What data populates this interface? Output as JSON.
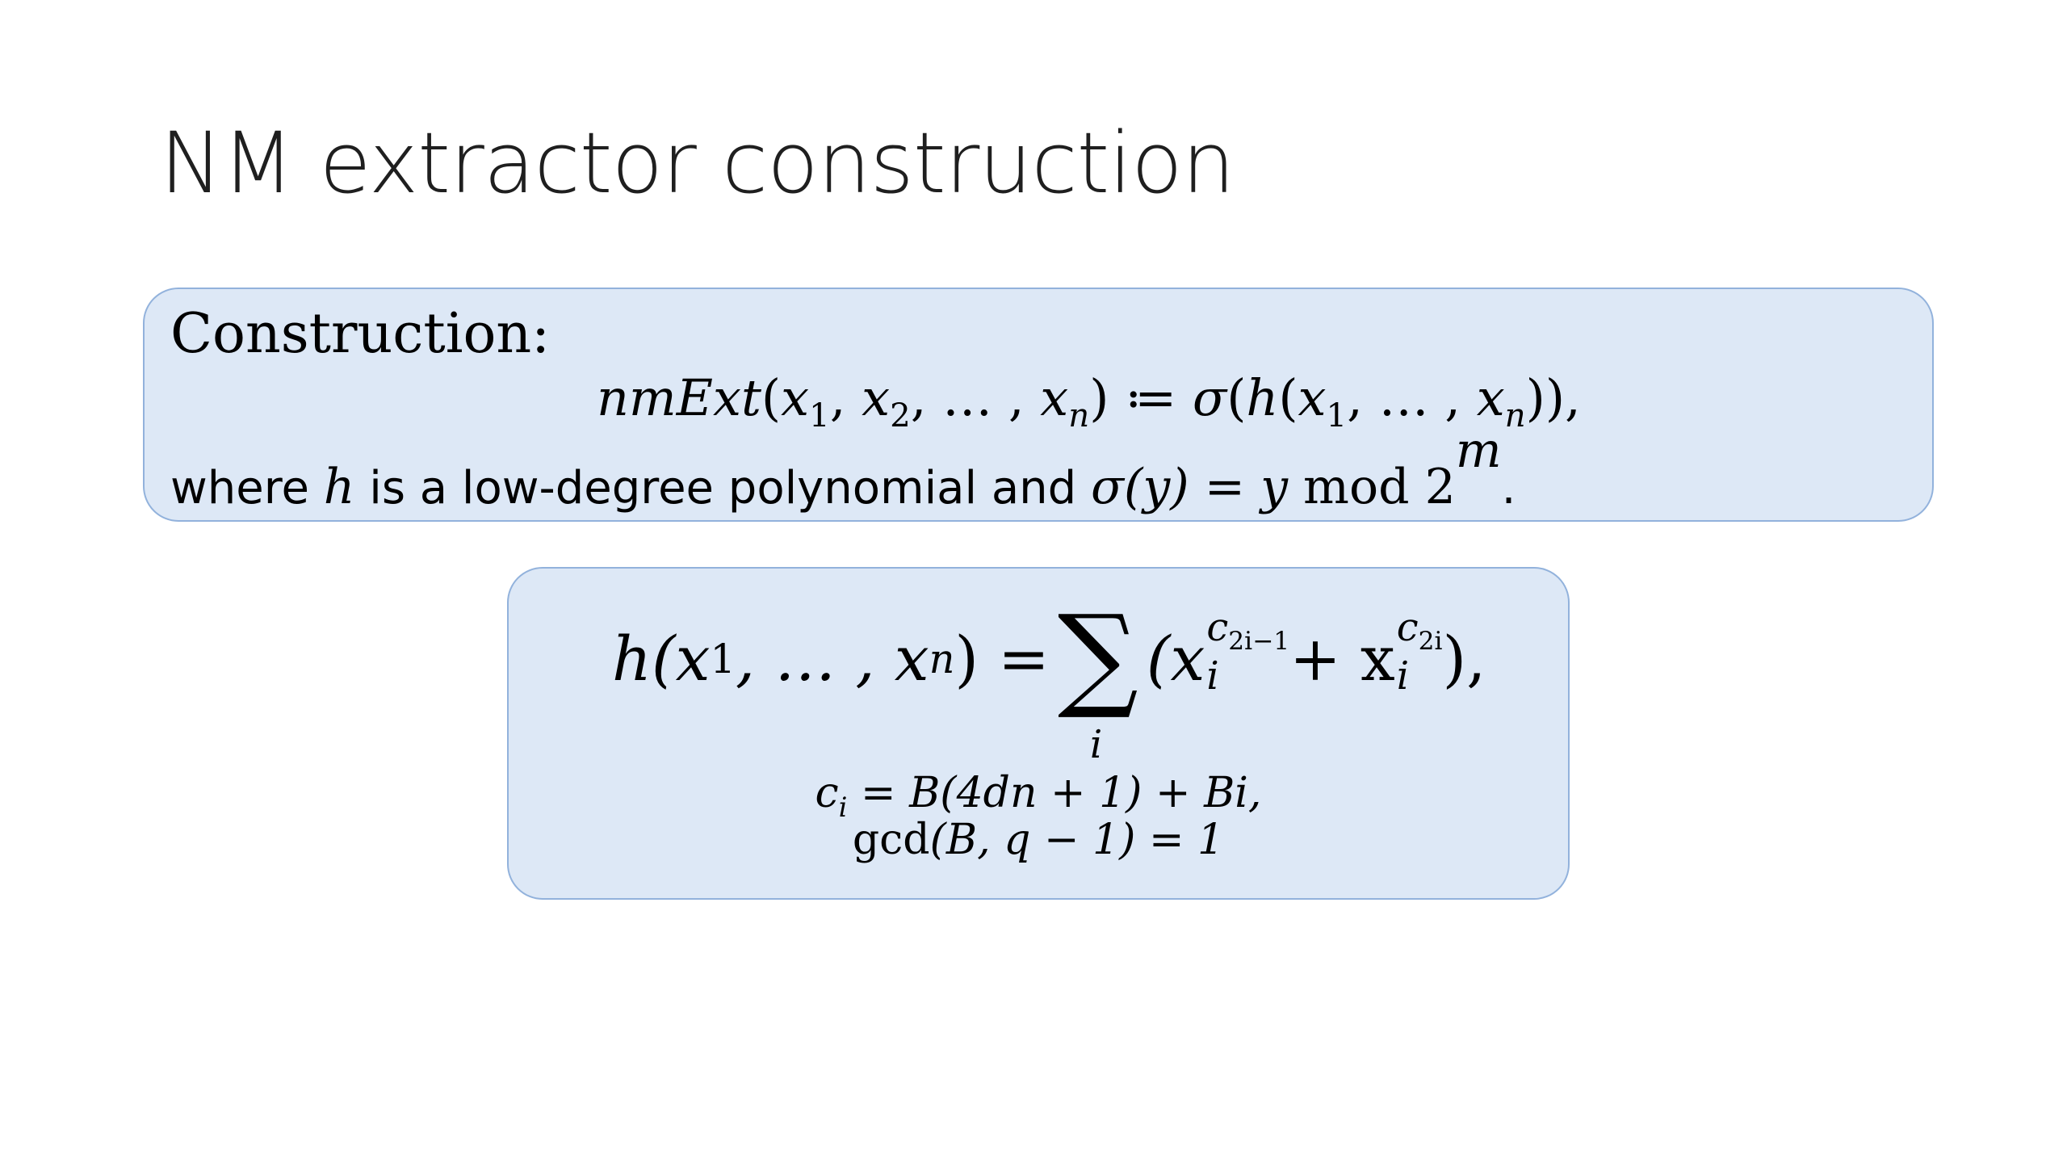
{
  "slide": {
    "title": "NM extractor construction",
    "construction_box": {
      "heading": "Construction:",
      "definition": {
        "lhs_fn": "nmExt",
        "args_open": "(",
        "x": "x",
        "sub1": "1",
        "sub2": "2",
        "ellipsis": "…",
        "subn": "n",
        "assign": "≔",
        "sigma": "σ",
        "h": "h",
        "closing": ")),"
      },
      "where_text_1": "where ",
      "where_h": "h",
      "where_text_2": " is a low-degree polynomial and ",
      "sigma_expr": "σ(y) = y",
      "mod": "mod",
      "modulus_base": "2",
      "modulus_exp": "m",
      "period": "."
    },
    "h_box": {
      "lhs": "h(x",
      "lhs_sub1": "1",
      "lhs_mid": ", … , x",
      "lhs_subn": "n",
      "lhs_end": ") =",
      "sum_symbol": "∑",
      "sum_index": "i",
      "open_paren": "(x",
      "term1_sup": "c",
      "term1_sup_sub": "2i−1",
      "term_sub": "i",
      "plus": " + x",
      "term2_sup": "c",
      "term2_sup_sub": "2i",
      "close": "),",
      "condition_1": {
        "c": "c",
        "c_sub": "i",
        "rest": " = B(4dn + 1) + Bi,"
      },
      "condition_2": {
        "gcd": "gcd",
        "rest": "(B, q − 1) = 1"
      }
    }
  }
}
